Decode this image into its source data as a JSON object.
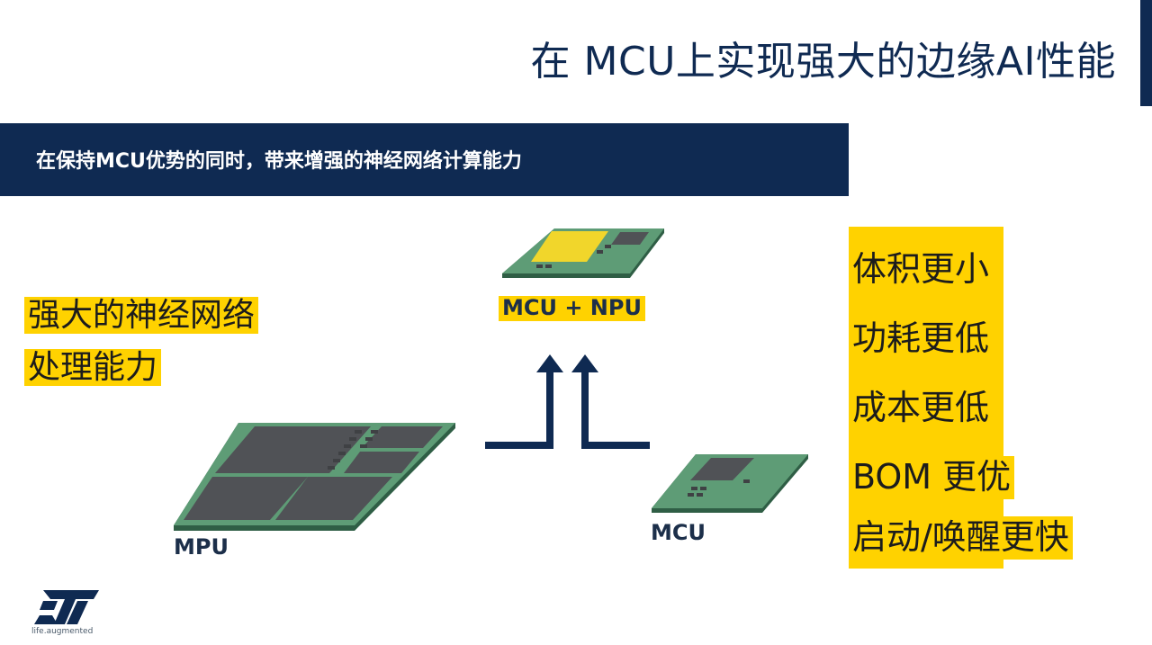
{
  "title": "在 MCU上实现强大的边缘AI性能",
  "banner": {
    "text": "在保持MCU优势的同时，带来增强的神经网络计算能力"
  },
  "left_highlight": {
    "lines": [
      "强大的神经网络",
      "处理能力"
    ]
  },
  "chips": {
    "npu_label": "MCU + NPU",
    "mpu_label": "MPU",
    "mcu_label": "MCU"
  },
  "benefits": [
    "体积更小",
    "功耗更低",
    "成本更低",
    "BOM 更优",
    "启动/唤醒更快"
  ],
  "logo": {
    "tagline": "life.augmented"
  },
  "colors": {
    "navy": "#0f2a52",
    "highlight_yellow": "#ffd200",
    "pcb_green": "#5a9a74",
    "die_gray": "#55575a",
    "npu_yellow": "#f1d62b"
  },
  "icons": [
    "st-logo-icon",
    "arrow-up-icon"
  ]
}
